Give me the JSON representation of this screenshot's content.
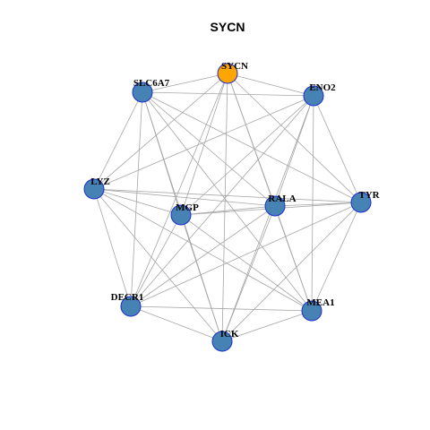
{
  "title": "SYCN",
  "colors": {
    "background": "#ffffff",
    "node_default": "#4682b4",
    "node_highlight": "#ffa500",
    "node_border": "#1a2fd1",
    "edge": "#a6a6a6"
  },
  "nodes": [
    {
      "id": "SYCN",
      "label": "SYCN",
      "highlight": true
    },
    {
      "id": "ENO2",
      "label": "ENO2",
      "highlight": false
    },
    {
      "id": "TYR",
      "label": "TYR",
      "highlight": false
    },
    {
      "id": "MFA1",
      "label": "MEA1",
      "highlight": false
    },
    {
      "id": "ICK",
      "label": "ICK",
      "highlight": false
    },
    {
      "id": "DECR1",
      "label": "DECR1",
      "highlight": false
    },
    {
      "id": "LYZ",
      "label": "LYZ",
      "highlight": false
    },
    {
      "id": "SLC6A7",
      "label": "SLC6A7",
      "highlight": false
    },
    {
      "id": "MGP",
      "label": "MGP",
      "highlight": false
    },
    {
      "id": "RALA",
      "label": "RALA",
      "highlight": false
    }
  ],
  "edges": [
    [
      "SYCN",
      "ENO2"
    ],
    [
      "SYCN",
      "TYR"
    ],
    [
      "SYCN",
      "MFA1"
    ],
    [
      "SYCN",
      "ICK"
    ],
    [
      "SYCN",
      "DECR1"
    ],
    [
      "SYCN",
      "SLC6A7"
    ],
    [
      "SYCN",
      "MGP"
    ],
    [
      "SYCN",
      "RALA"
    ],
    [
      "SYCN",
      "LYZ"
    ],
    [
      "ENO2",
      "TYR"
    ],
    [
      "ENO2",
      "MFA1"
    ],
    [
      "ENO2",
      "ICK"
    ],
    [
      "ENO2",
      "DECR1"
    ],
    [
      "ENO2",
      "LYZ"
    ],
    [
      "ENO2",
      "SLC6A7"
    ],
    [
      "ENO2",
      "MGP"
    ],
    [
      "ENO2",
      "RALA"
    ],
    [
      "TYR",
      "MFA1"
    ],
    [
      "TYR",
      "ICK"
    ],
    [
      "TYR",
      "DECR1"
    ],
    [
      "TYR",
      "LYZ"
    ],
    [
      "TYR",
      "SLC6A7"
    ],
    [
      "TYR",
      "MGP"
    ],
    [
      "TYR",
      "RALA"
    ],
    [
      "MFA1",
      "ICK"
    ],
    [
      "MFA1",
      "DECR1"
    ],
    [
      "MFA1",
      "LYZ"
    ],
    [
      "MFA1",
      "SLC6A7"
    ],
    [
      "MFA1",
      "MGP"
    ],
    [
      "MFA1",
      "RALA"
    ],
    [
      "ICK",
      "DECR1"
    ],
    [
      "ICK",
      "LYZ"
    ],
    [
      "ICK",
      "SLC6A7"
    ],
    [
      "ICK",
      "MGP"
    ],
    [
      "ICK",
      "RALA"
    ],
    [
      "DECR1",
      "LYZ"
    ],
    [
      "DECR1",
      "SLC6A7"
    ],
    [
      "DECR1",
      "MGP"
    ],
    [
      "DECR1",
      "RALA"
    ],
    [
      "LYZ",
      "SLC6A7"
    ],
    [
      "LYZ",
      "MGP"
    ],
    [
      "LYZ",
      "RALA"
    ],
    [
      "SLC6A7",
      "MGP"
    ],
    [
      "SLC6A7",
      "RALA"
    ],
    [
      "MGP",
      "RALA"
    ]
  ]
}
